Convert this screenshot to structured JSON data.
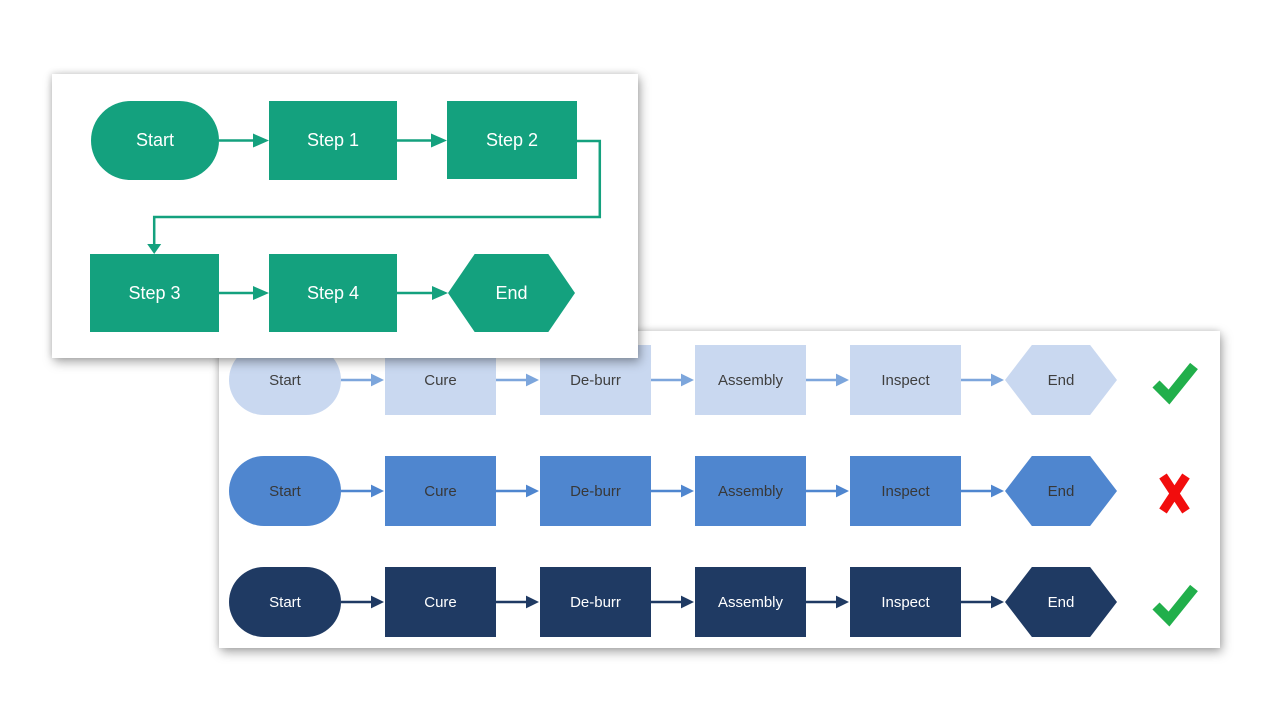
{
  "panel1": {
    "nodes": [
      "Start",
      "Step 1",
      "Step 2",
      "Step 3",
      "Step 4",
      "End"
    ],
    "shape_color": "#14A17E",
    "text_color": "#FFFFFF",
    "connector_color": "#14A17E"
  },
  "panel2": {
    "rows": [
      {
        "theme": "light-blue",
        "steps": [
          "Start",
          "Cure",
          "De-burr",
          "Assembly",
          "Inspect",
          "End"
        ],
        "fill_color": "#C9D8F0",
        "text_color": "#3F3F3F",
        "arrow_color": "#7DA6DC",
        "status": "pass",
        "status_icon": "check-icon",
        "status_color": "#21AF4B"
      },
      {
        "theme": "medium-blue",
        "steps": [
          "Start",
          "Cure",
          "De-burr",
          "Assembly",
          "Inspect",
          "End"
        ],
        "fill_color": "#4F86CF",
        "text_color": "#383838",
        "arrow_color": "#4F86CF",
        "status": "fail",
        "status_icon": "x-icon",
        "status_color": "#F20D0D"
      },
      {
        "theme": "dark-navy",
        "steps": [
          "Start",
          "Cure",
          "De-burr",
          "Assembly",
          "Inspect",
          "End"
        ],
        "fill_color": "#1F3A63",
        "text_color": "#FFFFFF",
        "arrow_color": "#1F3A63",
        "status": "pass",
        "status_icon": "check-icon",
        "status_color": "#21AF4B"
      }
    ],
    "icons": {
      "pass": "check-icon",
      "fail": "x-icon",
      "connector": "arrow-right-icon"
    }
  }
}
